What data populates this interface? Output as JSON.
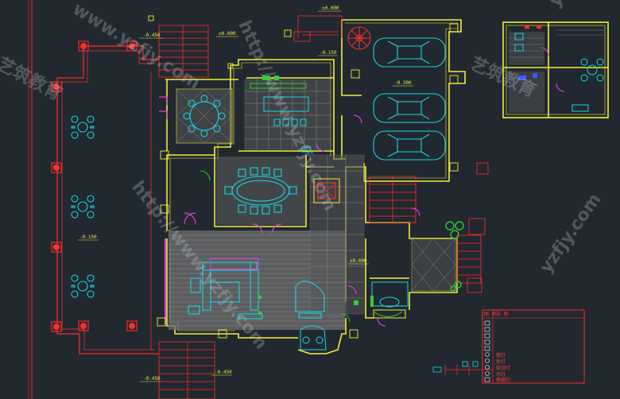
{
  "colors": {
    "background": "#212830",
    "wall": "#f2ee3a",
    "wall_detail": "#ff2d2d",
    "furniture": "#19d6e6",
    "door": "#e63ae6",
    "fill": "#6f6f6f",
    "green": "#33cc33"
  },
  "level_marks": [
    "±0.000",
    "-0.450",
    "±0.000",
    "-0.150",
    "-0.300",
    "±0.000",
    "-0.150",
    "-0.450",
    "-0.450"
  ],
  "watermarks": [
    "www.yzfjy.com",
    "艺筑教育",
    "http://www.yzfjy.com",
    "艺筑教育",
    "yzfjy.com",
    "http://www.yzfjy.com",
    "yzfjy.com"
  ],
  "legend": {
    "header": [
      "图 例",
      "说 明"
    ],
    "rows": [
      "",
      "",
      "",
      "",
      "",
      "筒灯",
      "射灯",
      "吸顶灯",
      "吊灯",
      "格栅灯"
    ]
  },
  "icons": [
    "car-icon",
    "dining-table-icon",
    "round-table-icon",
    "sofa-icon",
    "piano-icon",
    "stair-icon",
    "elevator-icon"
  ]
}
